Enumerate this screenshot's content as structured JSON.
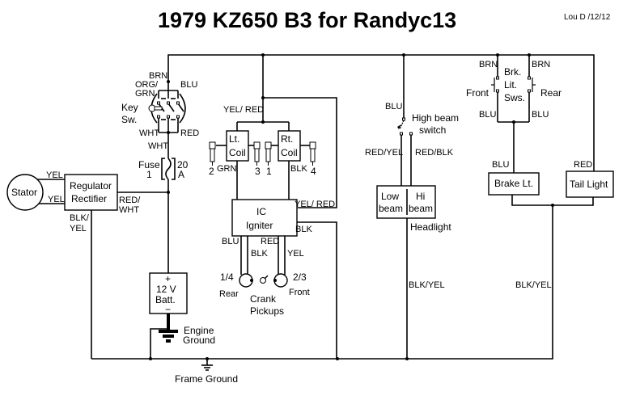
{
  "header": {
    "title": "1979 KZ650 B3  for Randyc13",
    "author_note": "Lou D /12/12"
  },
  "components": {
    "stator": "Stator",
    "regulator": [
      "Regulator",
      "Rectifier"
    ],
    "key_switch": [
      "Key",
      "Sw."
    ],
    "fuse": [
      "Fuse",
      "1"
    ],
    "fuse_rating": [
      "20",
      "A"
    ],
    "left_coil": [
      "Lt.",
      "Coil"
    ],
    "right_coil": [
      "Rt.",
      "Coil"
    ],
    "igniter": [
      "IC",
      "Igniter"
    ],
    "battery": [
      "+",
      "12 V",
      "Batt.",
      "−"
    ],
    "engine_ground": [
      "Engine",
      "Ground"
    ],
    "frame_ground": "Frame Ground",
    "crank_pickups": [
      "Crank",
      "Pickups"
    ],
    "pickup_rear_num": "1/4",
    "pickup_rear": "Rear",
    "pickup_front_num": "2/3",
    "pickup_front": "Front",
    "high_beam_switch": [
      "High beam",
      "switch"
    ],
    "headlight_low": [
      "Low",
      "beam"
    ],
    "headlight_hi": [
      "Hi",
      "beam"
    ],
    "headlight": "Headlight",
    "brake_switches": [
      "Brk.",
      "Lit.",
      "Sws."
    ],
    "brake_front": "Front",
    "brake_rear": "Rear",
    "brake_light": "Brake Lt.",
    "tail_light": "Tail Light",
    "plug_numbers": [
      "2",
      "3",
      "1",
      "4"
    ]
  },
  "wire_labels": {
    "key_brn": "BRN",
    "key_org_grn": [
      "ORG/",
      "GRN"
    ],
    "key_blu": "BLU",
    "key_wht": "WHT",
    "key_red": "RED",
    "key_wht_lower": "WHT",
    "stator_yel_1": "YEL",
    "stator_yel_2": "YEL",
    "reg_red_wht": [
      "RED/",
      "WHT"
    ],
    "reg_blk_yel": [
      "BLK/",
      "YEL"
    ],
    "coil_yel_red": "YEL/ RED",
    "coil_grn": "GRN",
    "coil_blk": "BLK",
    "igniter_yel_red": "YEL/ RED",
    "igniter_blk": "BLK",
    "pickup_blu": "BLU",
    "pickup_blk": "BLK",
    "pickup_red": "RED",
    "pickup_yel": "YEL",
    "hb_blu": "BLU",
    "hb_red_yel": "RED/YEL",
    "hb_red_blk": "RED/BLK",
    "headlight_gnd": "BLK/YEL",
    "brk_brn_front": "BRN",
    "brk_brn_rear": "BRN",
    "brk_blu_front": "BLU",
    "brk_blu_rear": "BLU",
    "brake_lt_blu": "BLU",
    "tail_red": "RED",
    "rear_gnd": "BLK/YEL"
  }
}
